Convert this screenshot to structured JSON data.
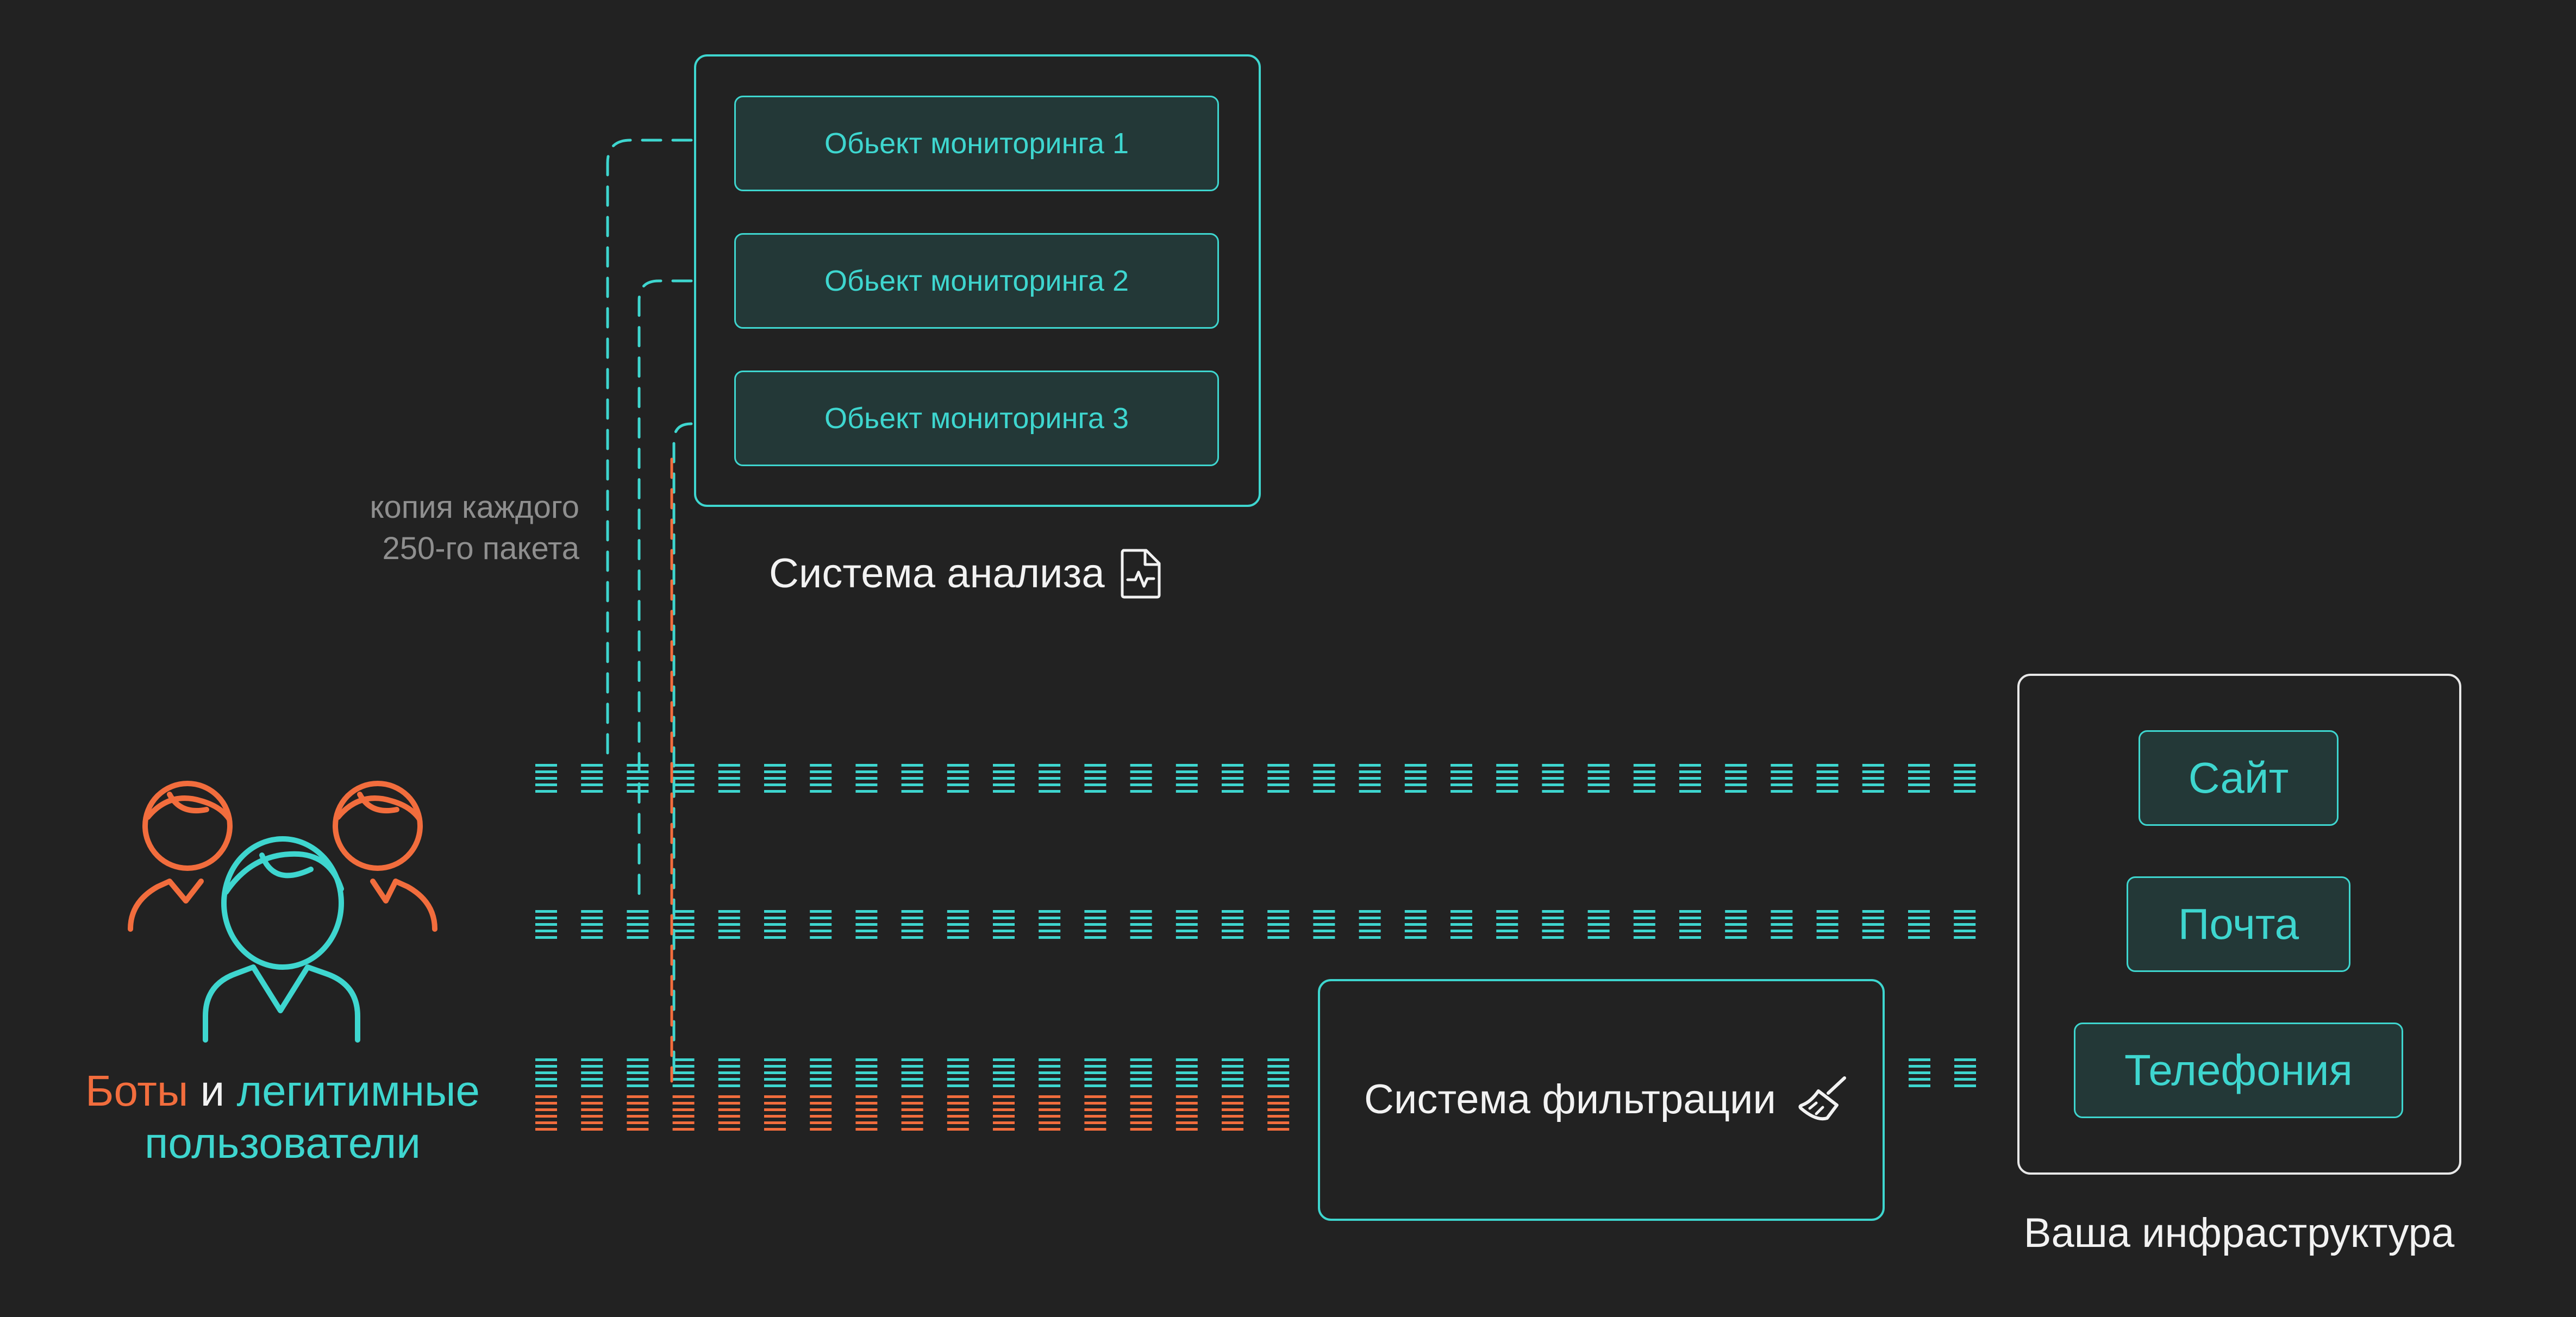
{
  "analysis": {
    "objects": [
      "Обьект мониторинга 1",
      "Обьект мониторинга 2",
      "Обьект мониторинга 3"
    ],
    "title": "Система анализа",
    "icon": "chart-document-icon"
  },
  "sampling_note": {
    "line1": "копия каждого",
    "line2": "250-го пакета"
  },
  "filter": {
    "title": "Система фильтрации",
    "icon": "broom-icon"
  },
  "infrastructure": {
    "services": [
      "Сайт",
      "Почта",
      "Телефония"
    ],
    "caption": "Ваша инфраструктура"
  },
  "users": {
    "bots": "Боты",
    "and": "и",
    "legit_line1": "легитимные",
    "legit_line2": "пользователи",
    "icon": "users-group-icon"
  },
  "colors": {
    "background": "#222222",
    "accent": "#3ed6cf",
    "bots": "#f26d3d",
    "text": "#f2f2f2",
    "muted": "#8f8f8f"
  }
}
